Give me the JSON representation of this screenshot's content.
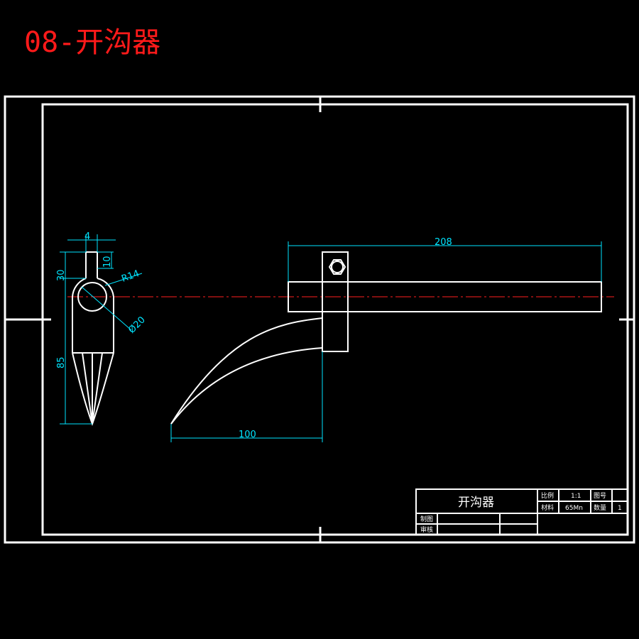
{
  "title": "08-开沟器",
  "dimensions": {
    "width_top": "4",
    "slot_depth": "10",
    "upper_height": "30",
    "radius": "R14",
    "diameter": "Ø20",
    "overall_height": "85",
    "bar_length": "208",
    "blade_reach": "100"
  },
  "title_block": {
    "part_name": "开沟器",
    "scale_label": "比例",
    "scale_value": "1:1",
    "drawing_no_label": "图号",
    "material_label": "材料",
    "material_value": "65Mn",
    "quantity_label": "数量",
    "quantity_value": "1",
    "drawn_label": "制图",
    "checked_label": "审核"
  },
  "colors": {
    "background": "#000000",
    "outline": "#ffffff",
    "dimension": "#00e5ff",
    "center_line": "#ff2020",
    "title": "#ff1a1a"
  }
}
